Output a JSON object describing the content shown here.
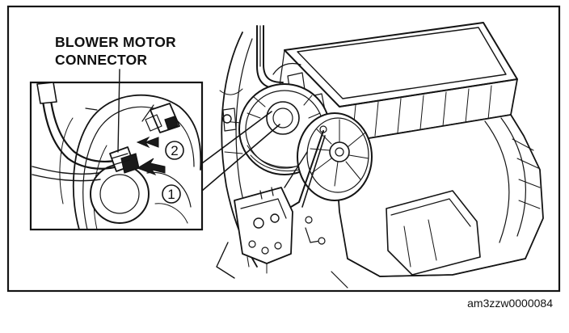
{
  "figure": {
    "callout": {
      "line1": "BLOWER MOTOR",
      "line2": "CONNECTOR"
    },
    "steps": [
      "1",
      "2"
    ],
    "figure_code": "am3zzw0000084"
  }
}
